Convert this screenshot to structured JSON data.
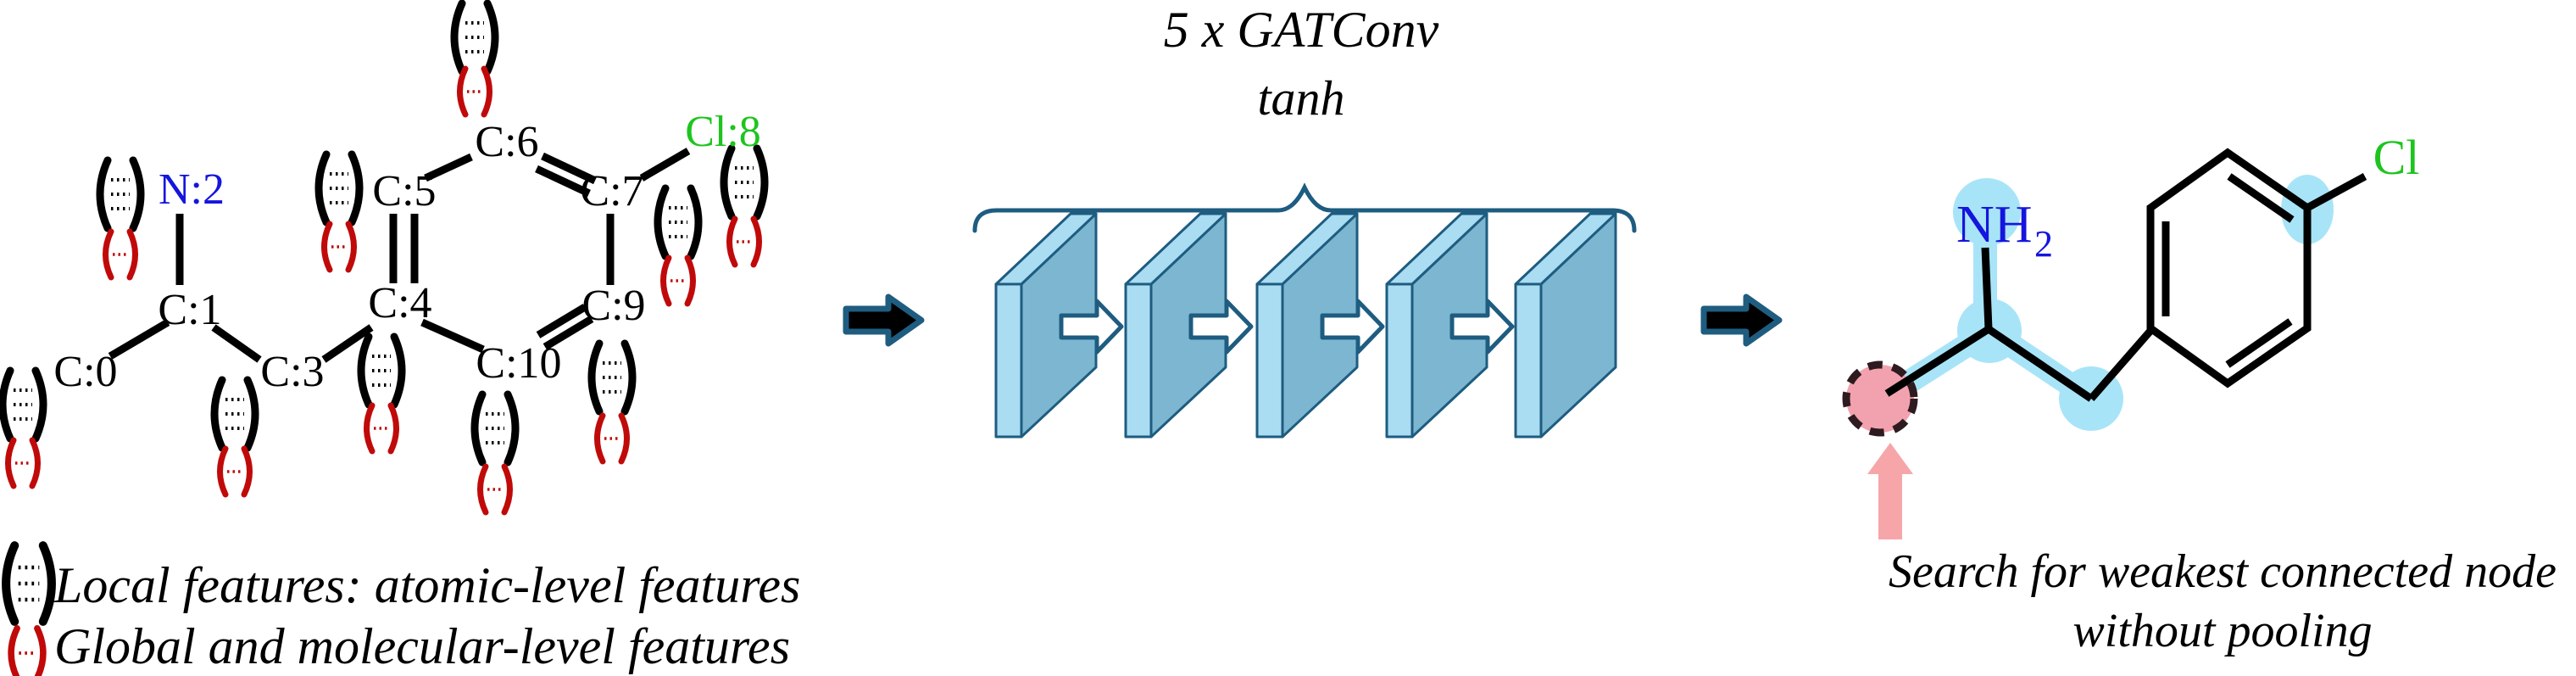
{
  "molecule_graph": {
    "atoms": [
      {
        "label": "C:0",
        "element": "carbon",
        "color": "#000000"
      },
      {
        "label": "C:1",
        "element": "carbon",
        "color": "#000000"
      },
      {
        "label": "N:2",
        "element": "nitrogen",
        "color": "#1515dd"
      },
      {
        "label": "C:3",
        "element": "carbon",
        "color": "#000000"
      },
      {
        "label": "C:4",
        "element": "carbon",
        "color": "#000000"
      },
      {
        "label": "C:5",
        "element": "carbon",
        "color": "#000000"
      },
      {
        "label": "C:6",
        "element": "carbon",
        "color": "#000000"
      },
      {
        "label": "C:7",
        "element": "carbon",
        "color": "#000000"
      },
      {
        "label": "Cl:8",
        "element": "chlorine",
        "color": "#1ec41e"
      },
      {
        "label": "C:9",
        "element": "carbon",
        "color": "#000000"
      },
      {
        "label": "C:10",
        "element": "carbon",
        "color": "#000000"
      }
    ],
    "feature_vectors": {
      "local_color": "#000000",
      "global_color": "#c00a0a"
    }
  },
  "legend": {
    "local": "Local features: atomic-level features",
    "global": "Global and molecular-level features"
  },
  "gnn": {
    "title": "5 x GATConv",
    "activation": "tanh",
    "num_layers": 5,
    "layer_front_color": "#aadcf2",
    "layer_side_color": "#7db6d0",
    "outline_color": "#1e5c80"
  },
  "output_molecule": {
    "amine_label": "NH",
    "amine_subscript": "2",
    "chlorine_label": "Cl",
    "highlight_color": "#a8e4f8",
    "weakest_node_color": "#f2a2ae",
    "arrow_color": "#f6a6a8",
    "caption_line1": "Search for weakest connected node",
    "caption_line2": "without pooling"
  }
}
